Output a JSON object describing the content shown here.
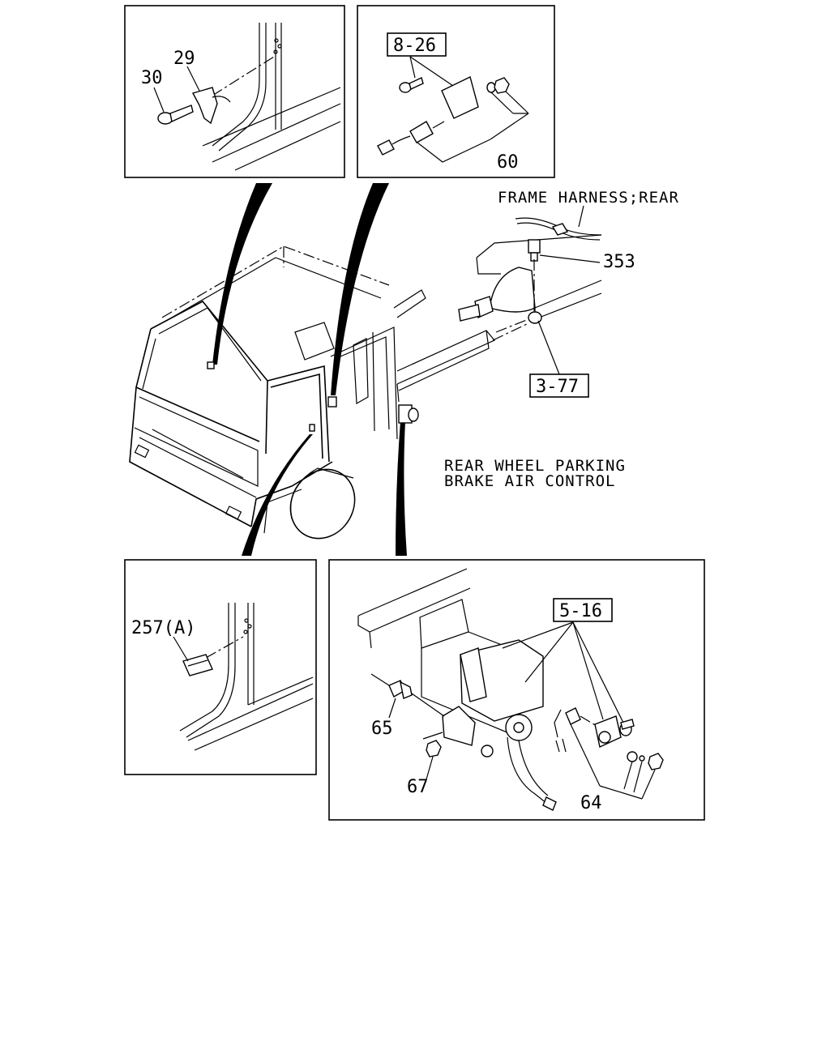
{
  "labels": {
    "part_29": "29",
    "part_30": "30",
    "ref_8_26": "8-26",
    "part_60": "60",
    "frame_harness_rear": "FRAME HARNESS;REAR",
    "part_353": "353",
    "ref_3_77": "3-77",
    "rear_wheel_line1": "REAR WHEEL PARKING",
    "rear_wheel_line2": "BRAKE AIR CONTROL",
    "part_257a": "257(A)",
    "ref_5_16": "5-16",
    "part_65": "65",
    "part_67": "67",
    "part_64": "64"
  }
}
